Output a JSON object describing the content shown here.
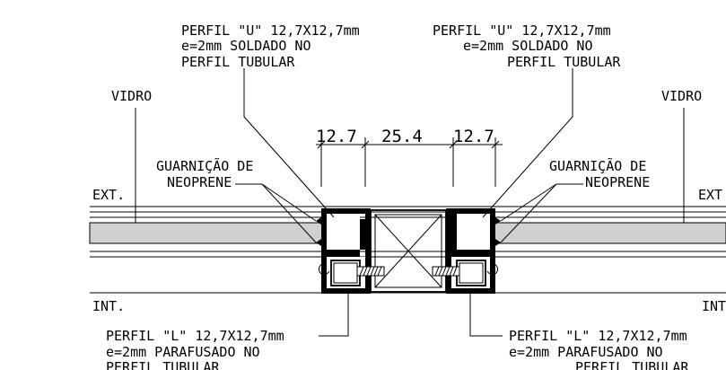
{
  "labels": {
    "top_left": [
      "PERFIL \"U\" 12,7X12,7mm",
      "e=2mm SOLDADO NO",
      "PERFIL TUBULAR"
    ],
    "top_right": [
      "PERFIL \"U\" 12,7X12,7mm",
      "e=2mm SOLDADO NO",
      "PERFIL TUBULAR"
    ],
    "vidro_left": "VIDRO",
    "vidro_right": "VIDRO",
    "neoprene_left": [
      "GUARNIÇÃO DE",
      "NEOPRENE"
    ],
    "neoprene_right": [
      "GUARNIÇÃO DE",
      "NEOPRENE"
    ],
    "ext_left": "EXT.",
    "ext_right": "EXT",
    "int_left": "INT.",
    "int_right": "INT",
    "bottom_left": [
      "PERFIL \"L\" 12,7X12,7mm",
      "e=2mm PARAFUSADO NO",
      "PERFIL TUBULAR"
    ],
    "bottom_right": [
      "PERFIL \"L\" 12,7X12,7mm",
      "e=2mm PARAFUSADO NO",
      "PERFIL TUBULAR"
    ]
  },
  "dimensions": [
    "12.7",
    "25.4",
    "12.7"
  ],
  "colors": {
    "line": "#000000",
    "glass": "#d0d0d0",
    "background": "#ffffff"
  }
}
